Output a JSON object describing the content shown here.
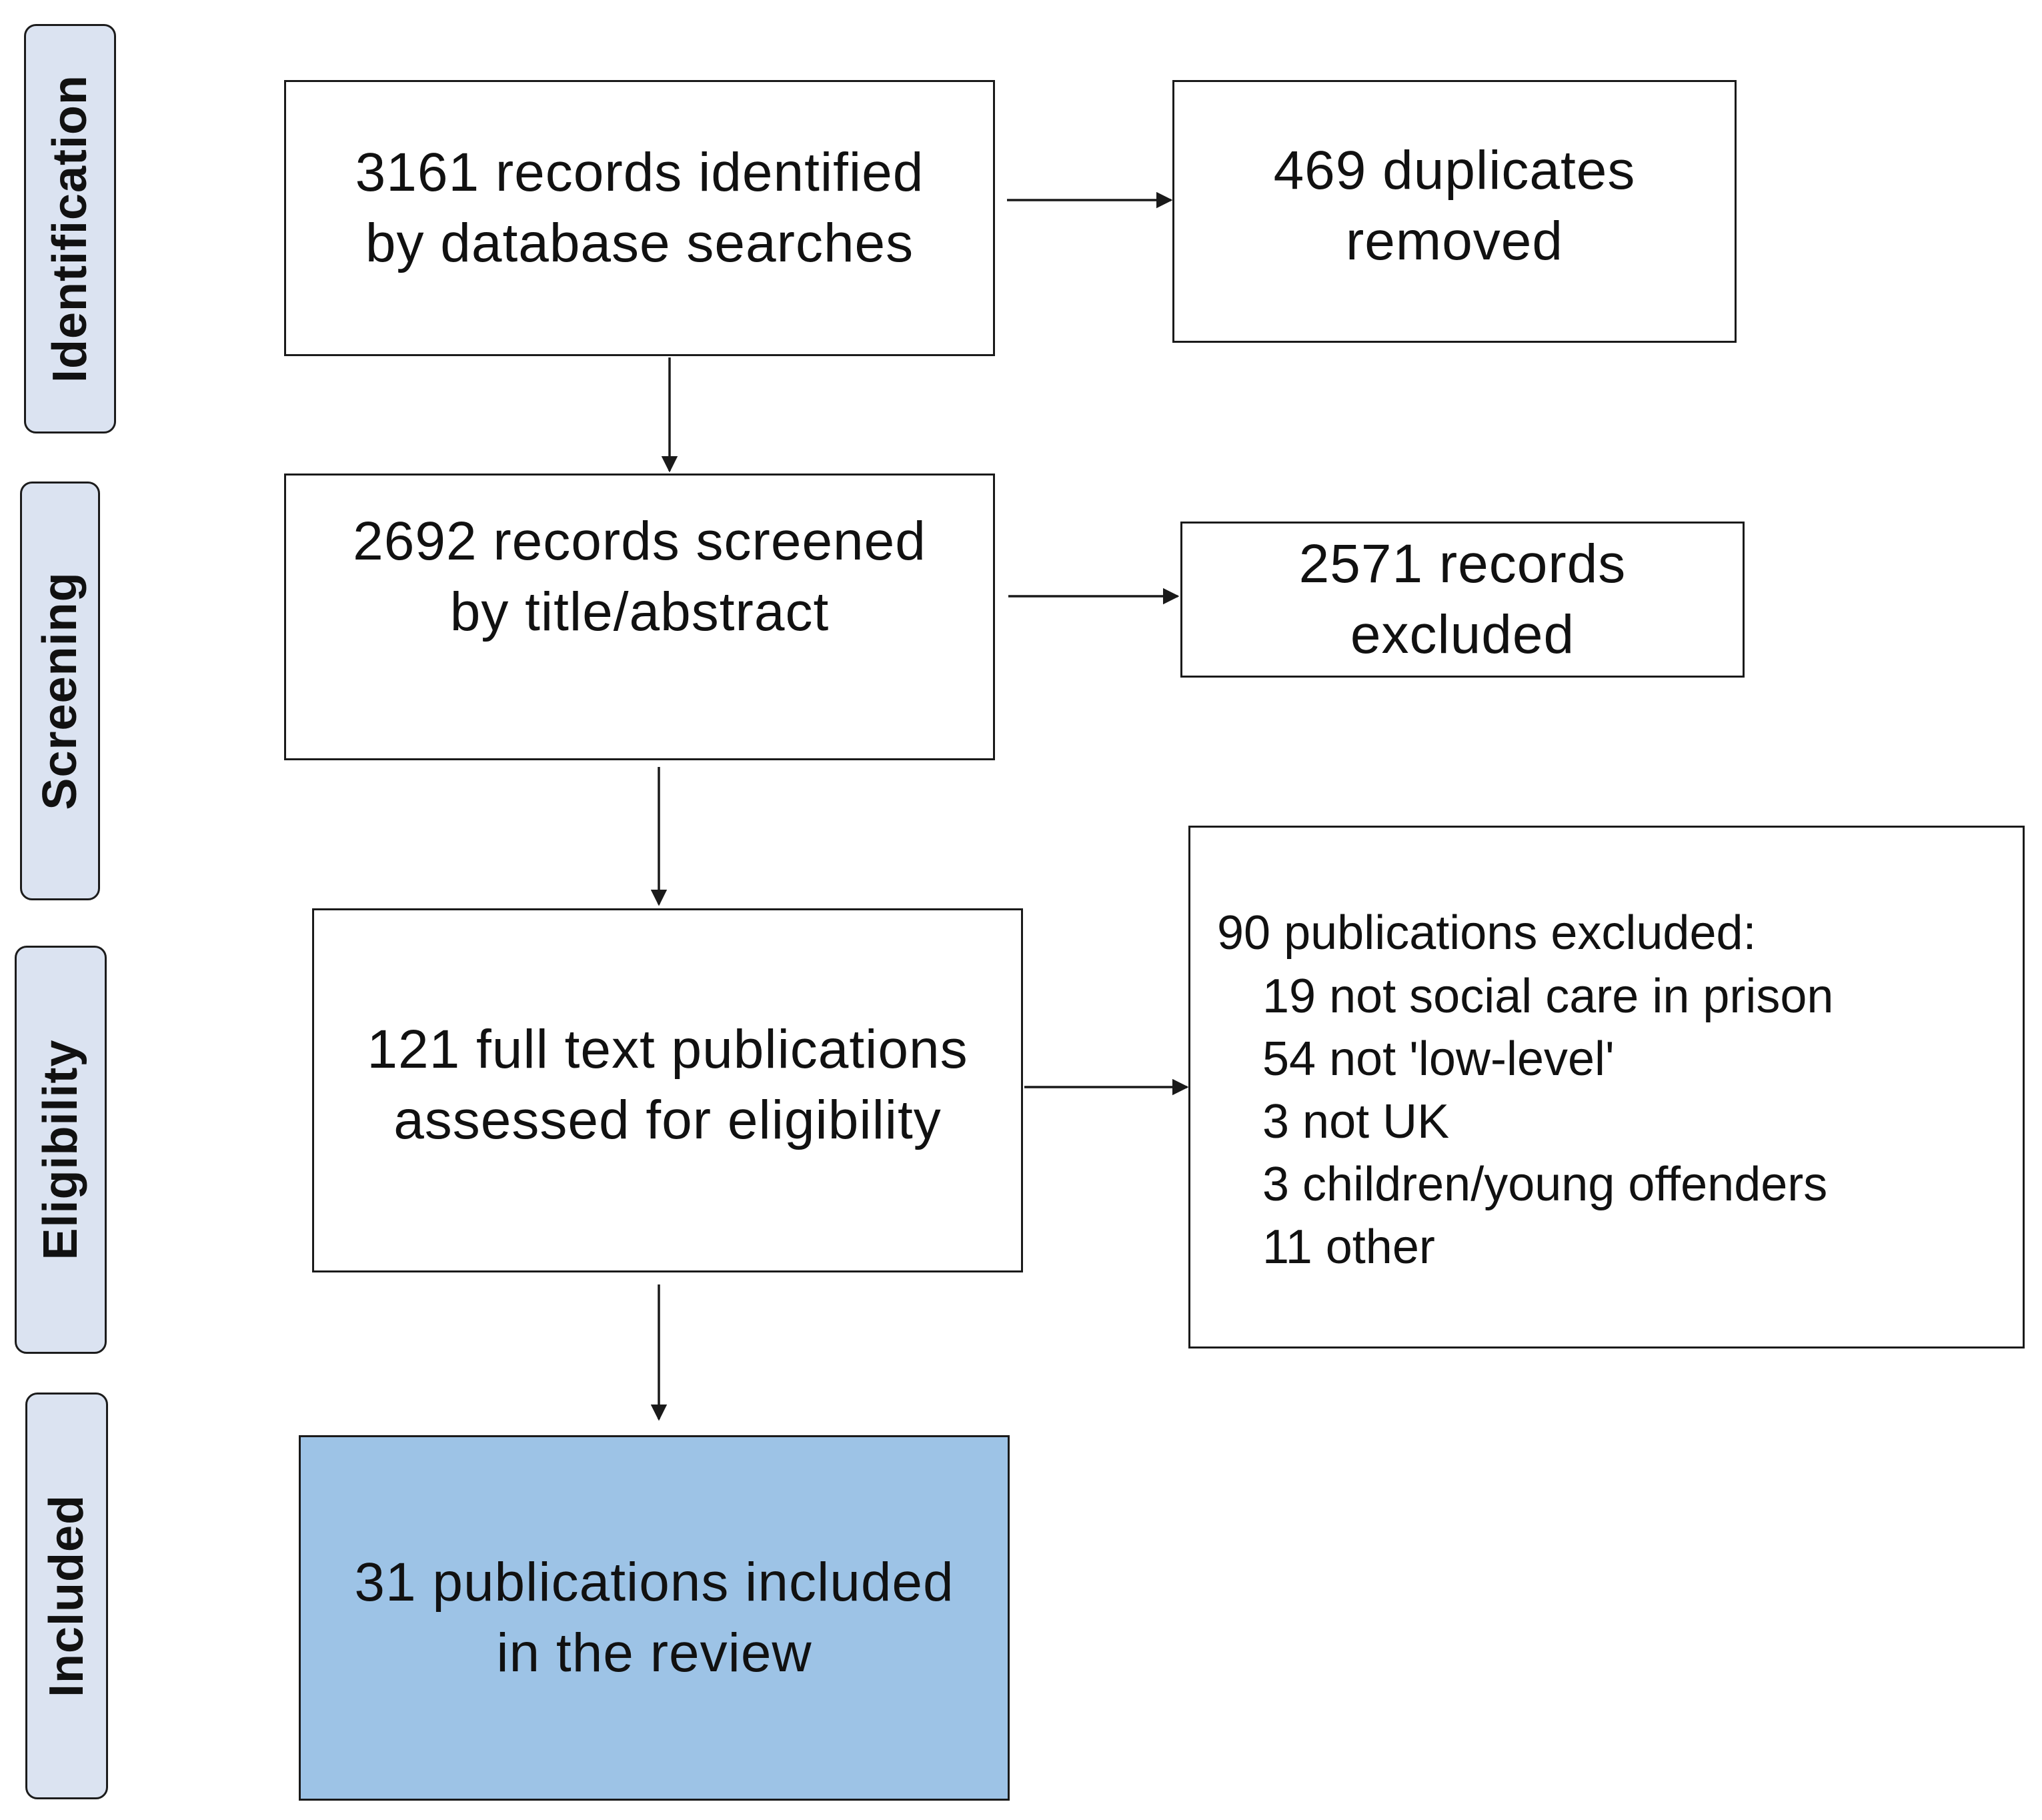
{
  "stages": [
    {
      "key": "identification",
      "label": "Identification"
    },
    {
      "key": "screening",
      "label": "Screening"
    },
    {
      "key": "eligibility",
      "label": "Eligibility"
    },
    {
      "key": "included",
      "label": "Included"
    }
  ],
  "boxes": {
    "identified": {
      "lines": [
        "3161 records identified",
        "by database searches"
      ]
    },
    "duplicates": {
      "lines": [
        "469 duplicates",
        "removed"
      ]
    },
    "screened": {
      "lines": [
        "2692 records screened",
        "by title/abstract"
      ]
    },
    "records_excluded": {
      "lines": [
        "2571 records",
        "excluded"
      ]
    },
    "full_text": {
      "lines": [
        "121 full text publications",
        "assessed for eligibility"
      ]
    },
    "publications_excluded": {
      "heading": "90 publications excluded:",
      "reasons": [
        "19 not social care in prison",
        "54 not 'low-level'",
        "3 not UK",
        "3 children/young offenders",
        "11 other"
      ]
    },
    "included": {
      "lines": [
        "31 publications included",
        "in the review"
      ]
    }
  },
  "colors": {
    "stage_fill": "#dbe3f1",
    "included_fill": "#9dc3e6",
    "line": "#1a1a1a"
  }
}
